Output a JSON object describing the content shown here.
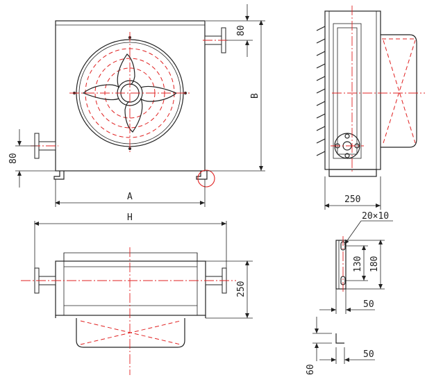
{
  "dimensions": {
    "outlet_offset_top": "80",
    "height_b": "B",
    "inlet_offset_bottom": "80",
    "width_a": "A",
    "depth_side": "250",
    "overall_h": "H",
    "depth_plan": "250",
    "slot_size": "20×10",
    "bracket_slot_pitch": "130",
    "bracket_height": "180",
    "bracket_width_side": "50",
    "bracket_width_detail": "50",
    "bracket_leg": "60"
  },
  "colors": {
    "line": "#222222",
    "centerline": "#e02020",
    "hidden": "#e02020"
  }
}
